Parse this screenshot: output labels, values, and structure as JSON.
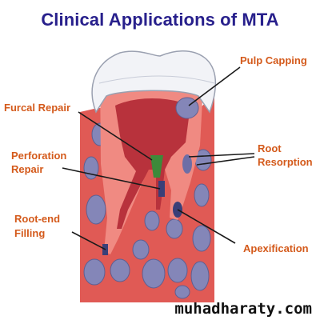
{
  "title": "Clinical Applications of MTA",
  "labels": {
    "pulp_capping": "Pulp Capping",
    "furcal_repair": "Furcal Repair",
    "root_resorption_1": "Root",
    "root_resorption_2": "Resorption",
    "perforation_repair_1": "Perforation",
    "perforation_repair_2": "Repair",
    "root_end_filling_1": "Root-end",
    "root_end_filling_2": "Filling",
    "apexification": "Apexification"
  },
  "watermark": "muhadharaty.com",
  "colors": {
    "title": "#28208c",
    "label": "#d45a1b",
    "bone": "#e05a55",
    "tooth": "#f08a82",
    "pulp": "#b8323c",
    "lesion": "#8486b8",
    "enamel": "#f2f3f7",
    "mta": "#3d8a3a"
  }
}
